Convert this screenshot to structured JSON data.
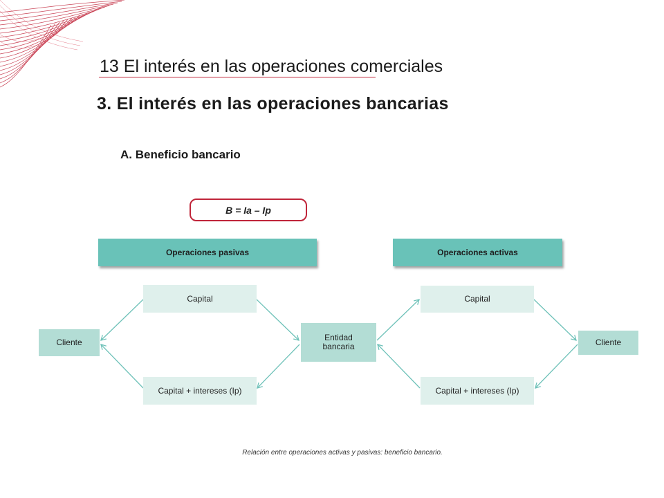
{
  "header": {
    "chapter_number": "13",
    "chapter_title": "El interés en las operaciones comerciales"
  },
  "section_title": "3. El interés en las operaciones bancarias",
  "subsection_title": "A. Beneficio bancario",
  "diagram": {
    "formula": "B = Ia – Ip",
    "left_header": "Operaciones pasivas",
    "right_header": "Operaciones activas",
    "left_client": "Cliente",
    "right_client": "Cliente",
    "left_top": "Capital",
    "left_bottom": "Capital + intereses (Ip)",
    "center_line1": "Entidad",
    "center_line2": "bancaria",
    "right_top": "Capital",
    "right_bottom": "Capital + intereses (Ip)"
  },
  "caption": "Relación entre operaciones activas y pasivas: beneficio bancario.",
  "colors": {
    "accent_red": "#c0253a",
    "header_teal": "#69c2b8",
    "box_light": "#dff0ec",
    "box_mid": "#b3ddd5",
    "arrow_teal": "#6fc2b9"
  }
}
